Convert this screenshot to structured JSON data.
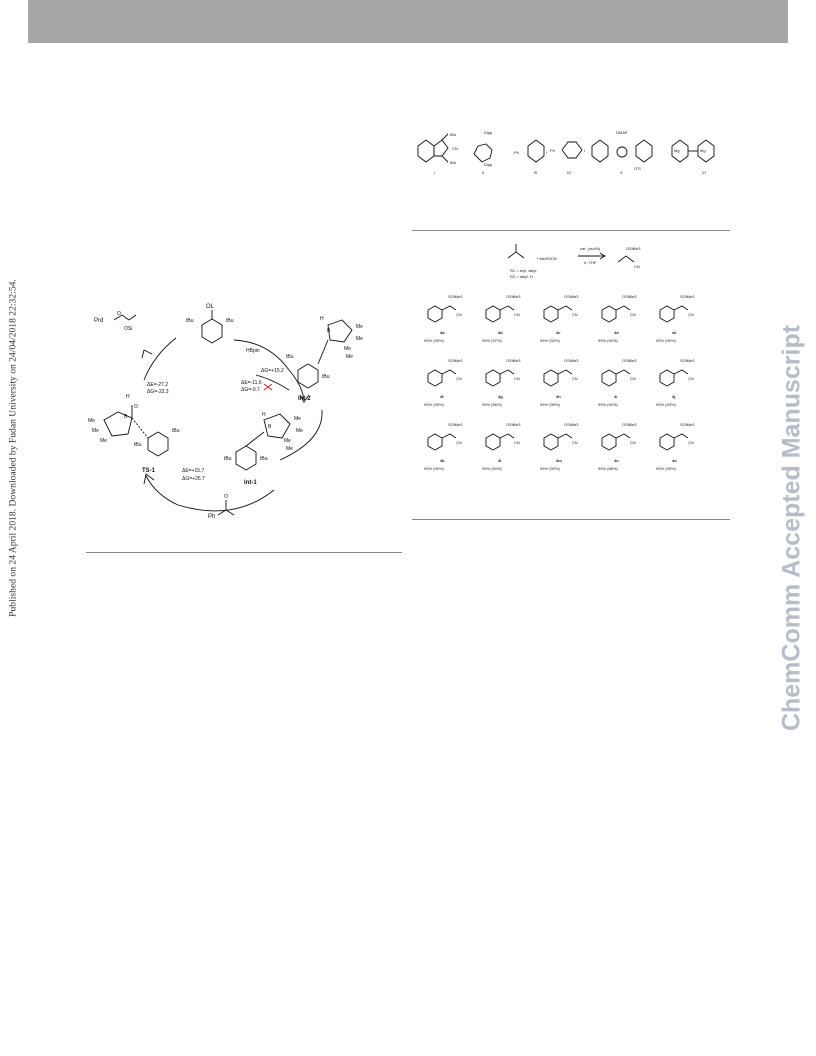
{
  "side_text": {
    "published": "Published on 24 April 2018. Downloaded by Fudan University on 24/04/2018 22:32:54.",
    "watermark": "ChemComm Accepted Manuscript"
  },
  "cycle": {
    "product_label": "Prd",
    "product_formula": "OSi",
    "catalyst_substituent": "OL",
    "tbu": "tBu",
    "energy_release": {
      "line1": "ΔE=-27.2",
      "line2": "ΔG=-22.3"
    },
    "reagent": "HBpin",
    "path_to_int2": {
      "line1": "ΔE=-11.6",
      "line2": "ΔG=-0.7"
    },
    "int2_barrier": "ΔG=+15.2",
    "int2_label": "Int-2",
    "int1_label": "Int-1",
    "ts1_label": "TS-1",
    "ts_barrier": {
      "line1": "ΔE=+15.7",
      "line2": "ΔG=+26.7"
    },
    "substrate_label": "Ph",
    "me": "Me",
    "h": "H",
    "b": "B",
    "o": "O"
  },
  "catalysts": [
    {
      "id": "I",
      "label": "I"
    },
    {
      "id": "II",
      "label": "II",
      "top": "Dipp"
    },
    {
      "id": "III",
      "label": "III"
    },
    {
      "id": "IV",
      "label": "IV"
    },
    {
      "id": "V",
      "label": "V",
      "top": "DMAP"
    },
    {
      "id": "VI",
      "label": "VI"
    }
  ],
  "catalyst_text": {
    "cn": "CN",
    "ph": "Ph",
    "otf": "OTf",
    "mg": "Mg",
    "dipp": "Dipp",
    "i": "I"
  },
  "scheme": {
    "reagent": "+ Me3SiCN",
    "conditions_top": "cat. (mol%)",
    "conditions_bottom": "rt, THF",
    "substrate_lines": [
      "R1 = aryl, alkyl",
      "R2 = alkyl, H"
    ],
    "product_group": "OSiMe3",
    "cn": "CN"
  },
  "products": [
    {
      "id": "4a",
      "yield": "99% (95%)"
    },
    {
      "id": "4b",
      "yield": "99% (97%)"
    },
    {
      "id": "4c",
      "yield": "99% (92%)"
    },
    {
      "id": "4d",
      "yield": "99% (90%)"
    },
    {
      "id": "4e",
      "yield": "92% (90%)"
    },
    {
      "id": "4f",
      "yield": "99% (95%)"
    },
    {
      "id": "4g",
      "yield": "99% (96%)"
    },
    {
      "id": "4h",
      "yield": "99% (96%)"
    },
    {
      "id": "4i",
      "yield": "99% (90%)"
    },
    {
      "id": "4j",
      "yield": "99% (93%)"
    },
    {
      "id": "4k",
      "yield": "99% (90%)"
    },
    {
      "id": "4l",
      "yield": "99% (90%)"
    },
    {
      "id": "4m",
      "yield": "99% (90%)"
    },
    {
      "id": "4n",
      "yield": "90% (88%)"
    },
    {
      "id": "4o",
      "yield": "99% (95%)"
    }
  ]
}
